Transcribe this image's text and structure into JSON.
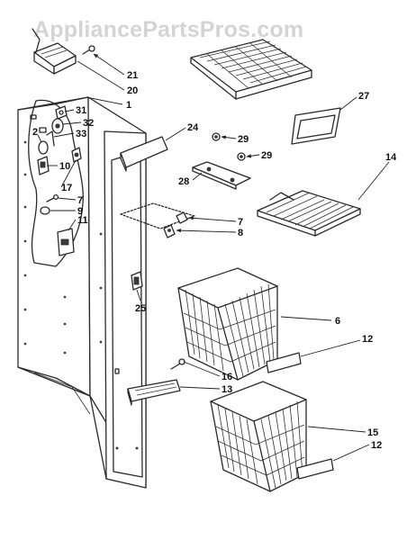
{
  "watermark": "AppliancePartsPros.com",
  "callouts": {
    "c21": "21",
    "c20": "20",
    "c1": "1",
    "c31": "31",
    "c32": "32",
    "c2": "2",
    "c33": "33",
    "c10": "10",
    "c17": "17",
    "c7a": "7",
    "c9": "9",
    "c11": "11",
    "c24": "24",
    "c29a": "29",
    "c29b": "29",
    "c28": "28",
    "c7b": "7",
    "c8": "8",
    "c25": "25",
    "c16": "16",
    "c13": "13",
    "c27": "27",
    "c14": "14",
    "c6": "6",
    "c12a": "12",
    "c15": "15",
    "c12b": "12"
  }
}
